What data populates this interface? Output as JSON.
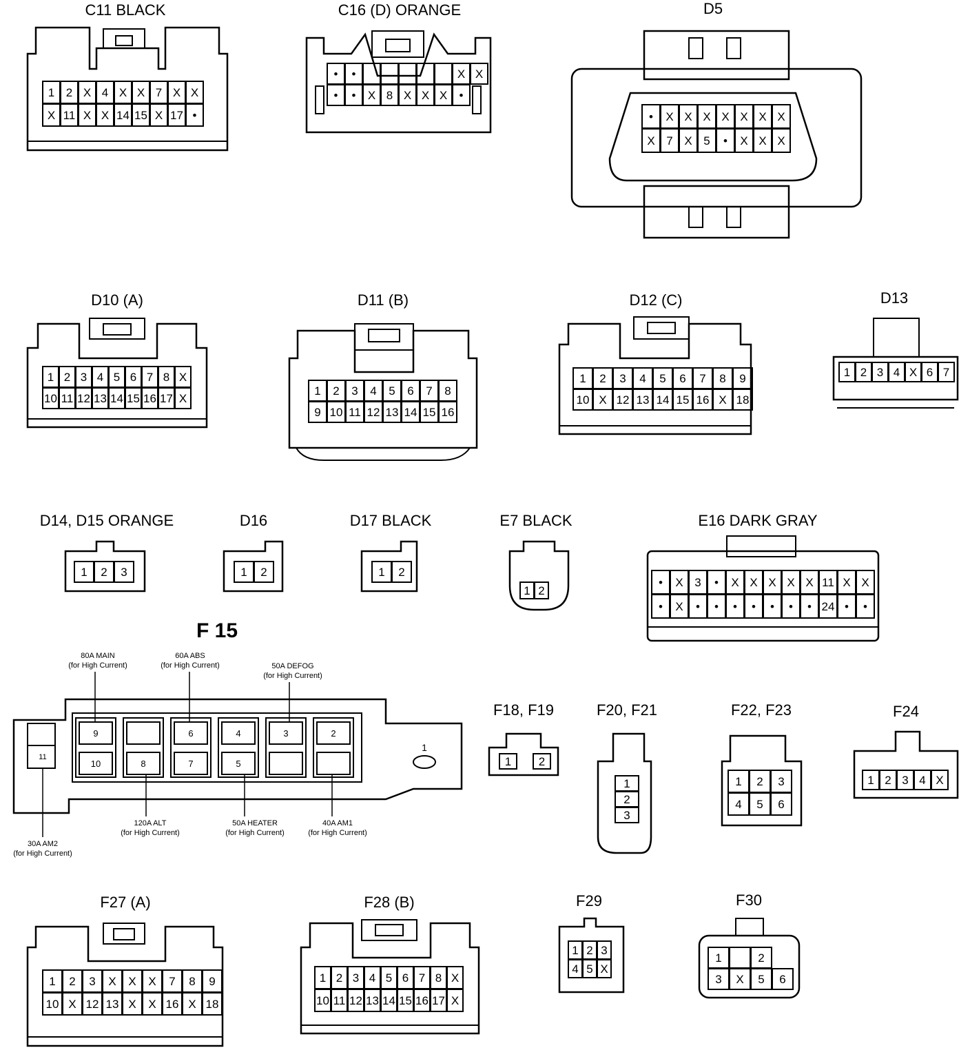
{
  "connectors": [
    {
      "id": "C11",
      "title": "C11  BLACK",
      "rows": [
        [
          "1",
          "2",
          "X",
          "4",
          "X",
          "X",
          "7",
          "X",
          "X"
        ],
        [
          "X",
          "11",
          "X",
          "X",
          "14",
          "15",
          "X",
          "17",
          "•"
        ]
      ]
    },
    {
      "id": "C16",
      "title": "C16 (D)  ORANGE",
      "rows": [
        [
          "•",
          "•",
          "",
          "",
          "",
          "",
          "",
          "X",
          "X"
        ],
        [
          "•",
          "•",
          "X",
          "8",
          "X",
          "X",
          "X",
          "•"
        ]
      ]
    },
    {
      "id": "D5",
      "title": "D5",
      "rows": [
        [
          "•",
          "X",
          "X",
          "X",
          "X",
          "X",
          "X",
          "X"
        ],
        [
          "X",
          "7",
          "X",
          "5",
          "•",
          "X",
          "X",
          "X"
        ]
      ]
    },
    {
      "id": "D10",
      "title": "D10 (A)",
      "rows": [
        [
          "1",
          "2",
          "3",
          "4",
          "5",
          "6",
          "7",
          "8",
          "X"
        ],
        [
          "10",
          "11",
          "12",
          "13",
          "14",
          "15",
          "16",
          "17",
          "X"
        ]
      ]
    },
    {
      "id": "D11",
      "title": "D11 (B)",
      "rows": [
        [
          "1",
          "2",
          "3",
          "4",
          "5",
          "6",
          "7",
          "8"
        ],
        [
          "9",
          "10",
          "11",
          "12",
          "13",
          "14",
          "15",
          "16"
        ]
      ]
    },
    {
      "id": "D12",
      "title": "D12 (C)",
      "rows": [
        [
          "1",
          "2",
          "3",
          "4",
          "5",
          "6",
          "7",
          "8",
          "9"
        ],
        [
          "10",
          "X",
          "12",
          "13",
          "14",
          "15",
          "16",
          "X",
          "18"
        ]
      ]
    },
    {
      "id": "D13",
      "title": "D13",
      "rows": [
        [
          "1",
          "2",
          "3",
          "4",
          "X",
          "6",
          "7"
        ]
      ]
    },
    {
      "id": "D14",
      "title": "D14, D15  ORANGE",
      "rows": [
        [
          "1",
          "2",
          "3"
        ]
      ]
    },
    {
      "id": "D16",
      "title": "D16",
      "rows": [
        [
          "1",
          "2"
        ]
      ]
    },
    {
      "id": "D17",
      "title": "D17  BLACK",
      "rows": [
        [
          "1",
          "2"
        ]
      ]
    },
    {
      "id": "E7",
      "title": "E7  BLACK",
      "rows": [
        [
          "1",
          "2"
        ]
      ]
    },
    {
      "id": "E16",
      "title": "E16  DARK GRAY",
      "rows": [
        [
          "•",
          "X",
          "3",
          "•",
          "X",
          "X",
          "X",
          "X",
          "X",
          "11",
          "X",
          "X"
        ],
        [
          "•",
          "X",
          "•",
          "•",
          "•",
          "•",
          "•",
          "•",
          "•",
          "24",
          "•",
          "•"
        ]
      ]
    },
    {
      "id": "F18",
      "title": "F18, F19",
      "rows": [
        [
          "1",
          "2"
        ]
      ]
    },
    {
      "id": "F20",
      "title": "F20, F21",
      "rows": [
        [
          "1"
        ],
        [
          "2"
        ],
        [
          "3"
        ]
      ]
    },
    {
      "id": "F22",
      "title": "F22, F23",
      "rows": [
        [
          "1",
          "2",
          "3"
        ],
        [
          "4",
          "5",
          "6"
        ]
      ]
    },
    {
      "id": "F24",
      "title": "F24",
      "rows": [
        [
          "1",
          "2",
          "3",
          "4",
          "X"
        ]
      ]
    },
    {
      "id": "F27",
      "title": "F27 (A)",
      "rows": [
        [
          "1",
          "2",
          "3",
          "X",
          "X",
          "X",
          "7",
          "8",
          "9"
        ],
        [
          "10",
          "X",
          "12",
          "13",
          "X",
          "X",
          "16",
          "X",
          "18"
        ]
      ]
    },
    {
      "id": "F28",
      "title": "F28 (B)",
      "rows": [
        [
          "1",
          "2",
          "3",
          "4",
          "5",
          "6",
          "7",
          "8",
          "X"
        ],
        [
          "10",
          "11",
          "12",
          "13",
          "14",
          "15",
          "16",
          "17",
          "X"
        ]
      ]
    },
    {
      "id": "F29",
      "title": "F29",
      "rows": [
        [
          "1",
          "2",
          "3"
        ],
        [
          "4",
          "5",
          "X"
        ]
      ]
    },
    {
      "id": "F30",
      "title": "F30",
      "rows": [
        [
          "1",
          "",
          "2"
        ],
        [
          "3",
          "X",
          "5",
          "6"
        ]
      ]
    }
  ],
  "fuse_block": {
    "title": "F 15",
    "slots_top": [
      "9",
      "",
      "6",
      "4",
      "3",
      "2"
    ],
    "slots_bottom": [
      "10",
      "8",
      "7",
      "5",
      "",
      ""
    ],
    "side_top": "",
    "side_bottom": "11",
    "right_terminal": "1",
    "labels": [
      {
        "name": "80A MAIN",
        "sub": "(for High Current)"
      },
      {
        "name": "60A ABS",
        "sub": "(for High Current)"
      },
      {
        "name": "50A DEFOG",
        "sub": "(for High Current)"
      },
      {
        "name": "120A ALT",
        "sub": "(for High Current)"
      },
      {
        "name": "50A HEATER",
        "sub": "(for High Current)"
      },
      {
        "name": "40A AM1",
        "sub": "(for High Current)"
      },
      {
        "name": "30A AM2",
        "sub": "(for High Current)"
      }
    ]
  }
}
